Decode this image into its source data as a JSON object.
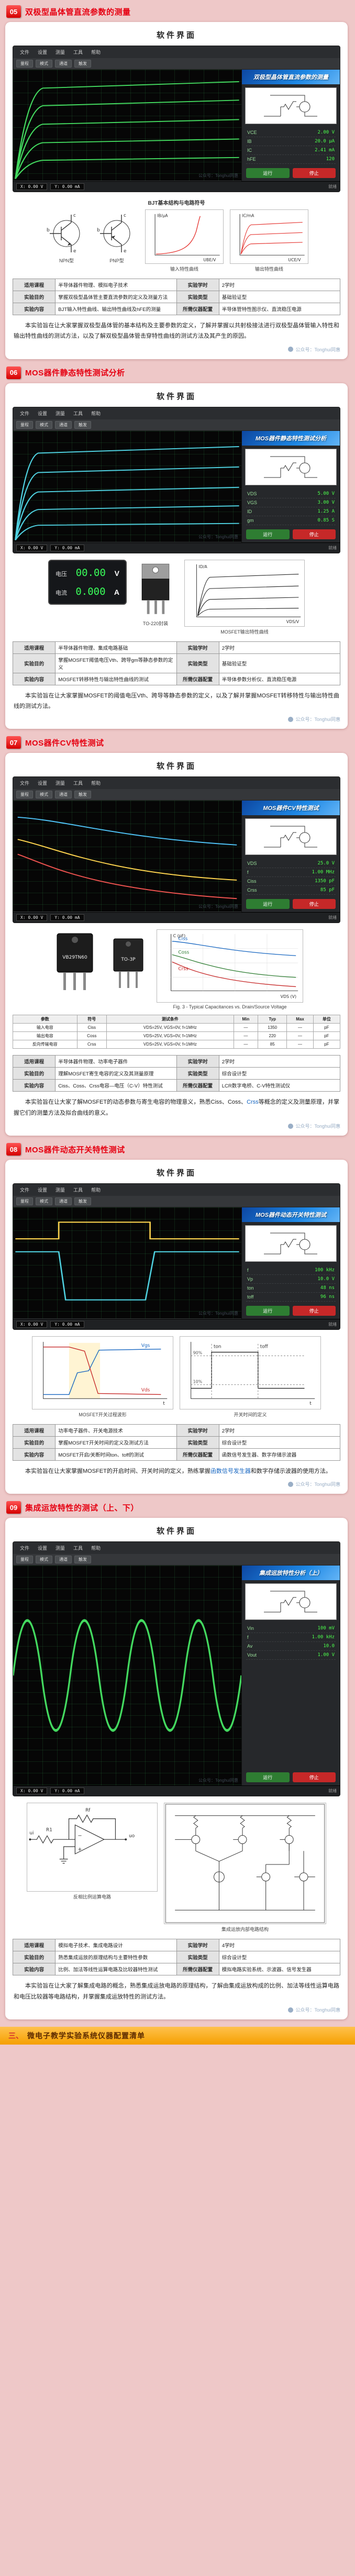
{
  "page": {
    "bg": "#eec8c8",
    "accent": "#e60012",
    "watermark": "公众号：Tonghui同惠",
    "footer": {
      "index": "三、",
      "label": "微电子教学实验系统仪器配置清单"
    }
  },
  "scope": {
    "menu": [
      "文件",
      "设置",
      "测量",
      "工具",
      "帮助"
    ],
    "tools": [
      "量程",
      "模式",
      "通道",
      "触发"
    ],
    "btn_run": "运行",
    "btn_stop": "停止",
    "status": [
      "X: 0.00 V",
      "Y: 0.00 mA",
      "就绪"
    ]
  },
  "sections": [
    {
      "num": "05",
      "title": "双极型晶体管直流参数的测量",
      "card_title": "软件界面",
      "scope": {
        "banner": "双极型晶体管直流参数的测量",
        "readouts": [
          {
            "l": "VCE",
            "v": "2.00 V"
          },
          {
            "l": "IB",
            "v": "20.0 µA"
          },
          {
            "l": "IC",
            "v": "2.41 mA"
          },
          {
            "l": "hFE",
            "v": "120"
          }
        ]
      },
      "figures": {
        "caption": "BJT基本结构与电路符号",
        "npn": "NPN型",
        "pnp": "PNP型",
        "c": "c",
        "b": "b",
        "e": "e",
        "input_title": "输入特性曲线",
        "output_title": "输出特性曲线",
        "input_y": "IB/µA",
        "input_x": "UBE/V",
        "output_y": "IC/mA",
        "output_x": "UCE/V"
      },
      "table": {
        "rows": [
          {
            "l1": "适用课程",
            "v1": "半导体器件物理、模拟电子技术",
            "l2": "实验学时",
            "v2": "2学时"
          },
          {
            "l1": "实验目的",
            "v1": "掌握双极型晶体管主要直流参数的定义及测量方法",
            "l2": "实验类型",
            "v2": "基础验证型"
          },
          {
            "l1": "实验内容",
            "v1": "BJT输入特性曲线、输出特性曲线及hFE的测量",
            "l2": "所需仪器配置",
            "v2": "半导体管特性图示仪、直流稳压电源"
          }
        ]
      },
      "para": {
        "pre": "本实验旨在让大家掌握双极型晶体管的基本结构及主要参数的定义，了解并掌握以共射极接法进行双极型晶体管输入特性和输出特性曲线的测试方法，以及了解双极型晶体管击穿特性曲线的测试方法及其产生的原因。",
        "link": "",
        "post": ""
      }
    },
    {
      "num": "06",
      "title": "MOS器件静态特性测试分析",
      "card_title": "软件界面",
      "scope": {
        "banner": "MOS器件静态特性测试分析",
        "readouts": [
          {
            "l": "VDS",
            "v": "5.00 V"
          },
          {
            "l": "VGS",
            "v": "3.00 V"
          },
          {
            "l": "ID",
            "v": "1.25 A"
          },
          {
            "l": "gm",
            "v": "0.85 S"
          }
        ]
      },
      "figures": {
        "v_label": "电压",
        "v_value": "00.00",
        "v_unit": "V",
        "a_label": "电流",
        "a_value": "0.000",
        "a_unit": "A",
        "pkg_caption": "TO-220封装",
        "curves_caption": "MOSFET输出特性曲线",
        "curves_y": "ID/A",
        "curves_x": "VDS/V"
      },
      "table": {
        "rows": [
          {
            "l1": "适用课程",
            "v1": "半导体器件物理、集成电路基础",
            "l2": "实验学时",
            "v2": "2学时"
          },
          {
            "l1": "实验目的",
            "v1": "掌握MOSFET阈值电压Vth、跨导gm等静态参数的定义",
            "l2": "实验类型",
            "v2": "基础验证型"
          },
          {
            "l1": "实验内容",
            "v1": "MOSFET转移特性与输出特性曲线的测试",
            "l2": "所需仪器配置",
            "v2": "半导体参数分析仪、直流稳压电源"
          }
        ]
      },
      "para": {
        "pre": "本实验旨在让大家掌握MOSFET的阈值电压Vth、跨导等静态参数的定义，以及了解并掌握MOSFET转移特性与输出特性曲线的测试方法。",
        "link": "",
        "post": ""
      }
    },
    {
      "num": "07",
      "title": "MOS器件CV特性测试",
      "card_title": "软件界面",
      "scope": {
        "banner": "MOS器件CV特性测试",
        "readouts": [
          {
            "l": "VDS",
            "v": "25.0 V"
          },
          {
            "l": "f",
            "v": "1.00 MHz"
          },
          {
            "l": "Ciss",
            "v": "1350 pF"
          },
          {
            "l": "Crss",
            "v": "85 pF"
          }
        ]
      },
      "figures": {
        "pkg1": "VB29TN60",
        "pkg2": "TO-3P",
        "cv_caption": "Fig. 3 - Typical Capacitances vs. Drain/Source Voltage",
        "cv_y": "C (pF)",
        "cv_x": "VDS (V)",
        "ciss": "Ciss",
        "coss": "Coss",
        "crss": "Crss",
        "ds_headers": [
          "参数",
          "符号",
          "测试条件",
          "Min",
          "Typ",
          "Max",
          "单位"
        ],
        "ds_rows": [
          [
            "输入电容",
            "Ciss",
            "VDS=25V, VGS=0V, f=1MHz",
            "—",
            "1350",
            "—",
            "pF"
          ],
          [
            "输出电容",
            "Coss",
            "VDS=25V, VGS=0V, f=1MHz",
            "—",
            "220",
            "—",
            "pF"
          ],
          [
            "反向传输电容",
            "Crss",
            "VDS=25V, VGS=0V, f=1MHz",
            "—",
            "85",
            "—",
            "pF"
          ]
        ]
      },
      "table": {
        "rows": [
          {
            "l1": "适用课程",
            "v1": "半导体器件物理、功率电子器件",
            "l2": "实验学时",
            "v2": "2学时"
          },
          {
            "l1": "实验目的",
            "v1": "理解MOSFET寄生电容的定义及其测量原理",
            "l2": "实验类型",
            "v2": "综合设计型"
          },
          {
            "l1": "实验内容",
            "v1": "Ciss、Coss、Crss电容—电压（C-V）特性测试",
            "l2": "所需仪器配置",
            "v2": "LCR数字电桥、C-V特性测试仪"
          }
        ]
      },
      "para": {
        "pre": "本实验旨在让大家了解MOSFET的动态参数与寄生电容的物理意义，熟悉Ciss、Coss、",
        "link": "Crss",
        "post": "等概念的定义及测量原理，并掌握它们的测量方法及拟合曲线的意义。"
      }
    },
    {
      "num": "08",
      "title": "MOS器件动态开关特性测试",
      "card_title": "软件界面",
      "scope": {
        "banner": "MOS器件动态开关特性测试",
        "readouts": [
          {
            "l": "f",
            "v": "100 kHz"
          },
          {
            "l": "Vp",
            "v": "10.0 V"
          },
          {
            "l": "ton",
            "v": "48 ns"
          },
          {
            "l": "toff",
            "v": "96 ns"
          }
        ]
      },
      "figures": {
        "left_caption": "MOSFET开关过程波形",
        "right_caption": "开关时间的定义",
        "vgs": "Vgs",
        "vds": "Vds",
        "ton": "ton",
        "toff": "toff",
        "p90": "90%",
        "p10": "10%",
        "taxis": "t"
      },
      "table": {
        "rows": [
          {
            "l1": "适用课程",
            "v1": "功率电子器件、开关电源技术",
            "l2": "实验学时",
            "v2": "2学时"
          },
          {
            "l1": "实验目的",
            "v1": "掌握MOSFET开关时间的定义及测试方法",
            "l2": "实验类型",
            "v2": "综合设计型"
          },
          {
            "l1": "实验内容",
            "v1": "MOSFET开启/关断时间ton、toff的测试",
            "l2": "所需仪器配置",
            "v2": "函数信号发生器、数字存储示波器"
          }
        ]
      },
      "para": {
        "pre": "本实验旨在让大家掌握MOSFET的开启时间、开关时间的定义，熟练掌握",
        "link": "函数信号发生器",
        "post": "和数字存储示波器的使用方法。"
      }
    },
    {
      "num": "09",
      "title": "集成运放特性的测试（上、下）",
      "card_title": "软件界面",
      "scope": {
        "banner": "集成运放特性分析（上）",
        "readouts": [
          {
            "l": "Vin",
            "v": "100 mV"
          },
          {
            "l": "f",
            "v": "1.00 kHz"
          },
          {
            "l": "Av",
            "v": "10.0"
          },
          {
            "l": "Vout",
            "v": "1.00 V"
          }
        ]
      },
      "figures": {
        "left_caption": "反相比例运算电路",
        "right_caption": "集成运放内部电路结构",
        "r1": "R1",
        "rf": "Rf",
        "plus": "+",
        "minus": "−",
        "ui": "ui",
        "uo": "uo"
      },
      "table": {
        "rows": [
          {
            "l1": "适用课程",
            "v1": "模拟电子技术、集成电路设计",
            "l2": "实验学时",
            "v2": "4学时"
          },
          {
            "l1": "实验目的",
            "v1": "熟悉集成运放的原理结构与主要特性参数",
            "l2": "实验类型",
            "v2": "综合设计型"
          },
          {
            "l1": "实验内容",
            "v1": "比例、加法等线性运算电路及比较器特性测试",
            "l2": "所需仪器配置",
            "v2": "模拟电路实验系统、示波器、信号发生器"
          }
        ]
      },
      "para": {
        "pre": "本实验旨在让大家了解集成电路的概念，熟悉集成运放电路的原理结构，了解由集成运放构成的比例、加法等线性运算电路和电压比较器等电路结构，并掌握集成运放特性的测试方法。",
        "link": "",
        "post": ""
      }
    }
  ]
}
